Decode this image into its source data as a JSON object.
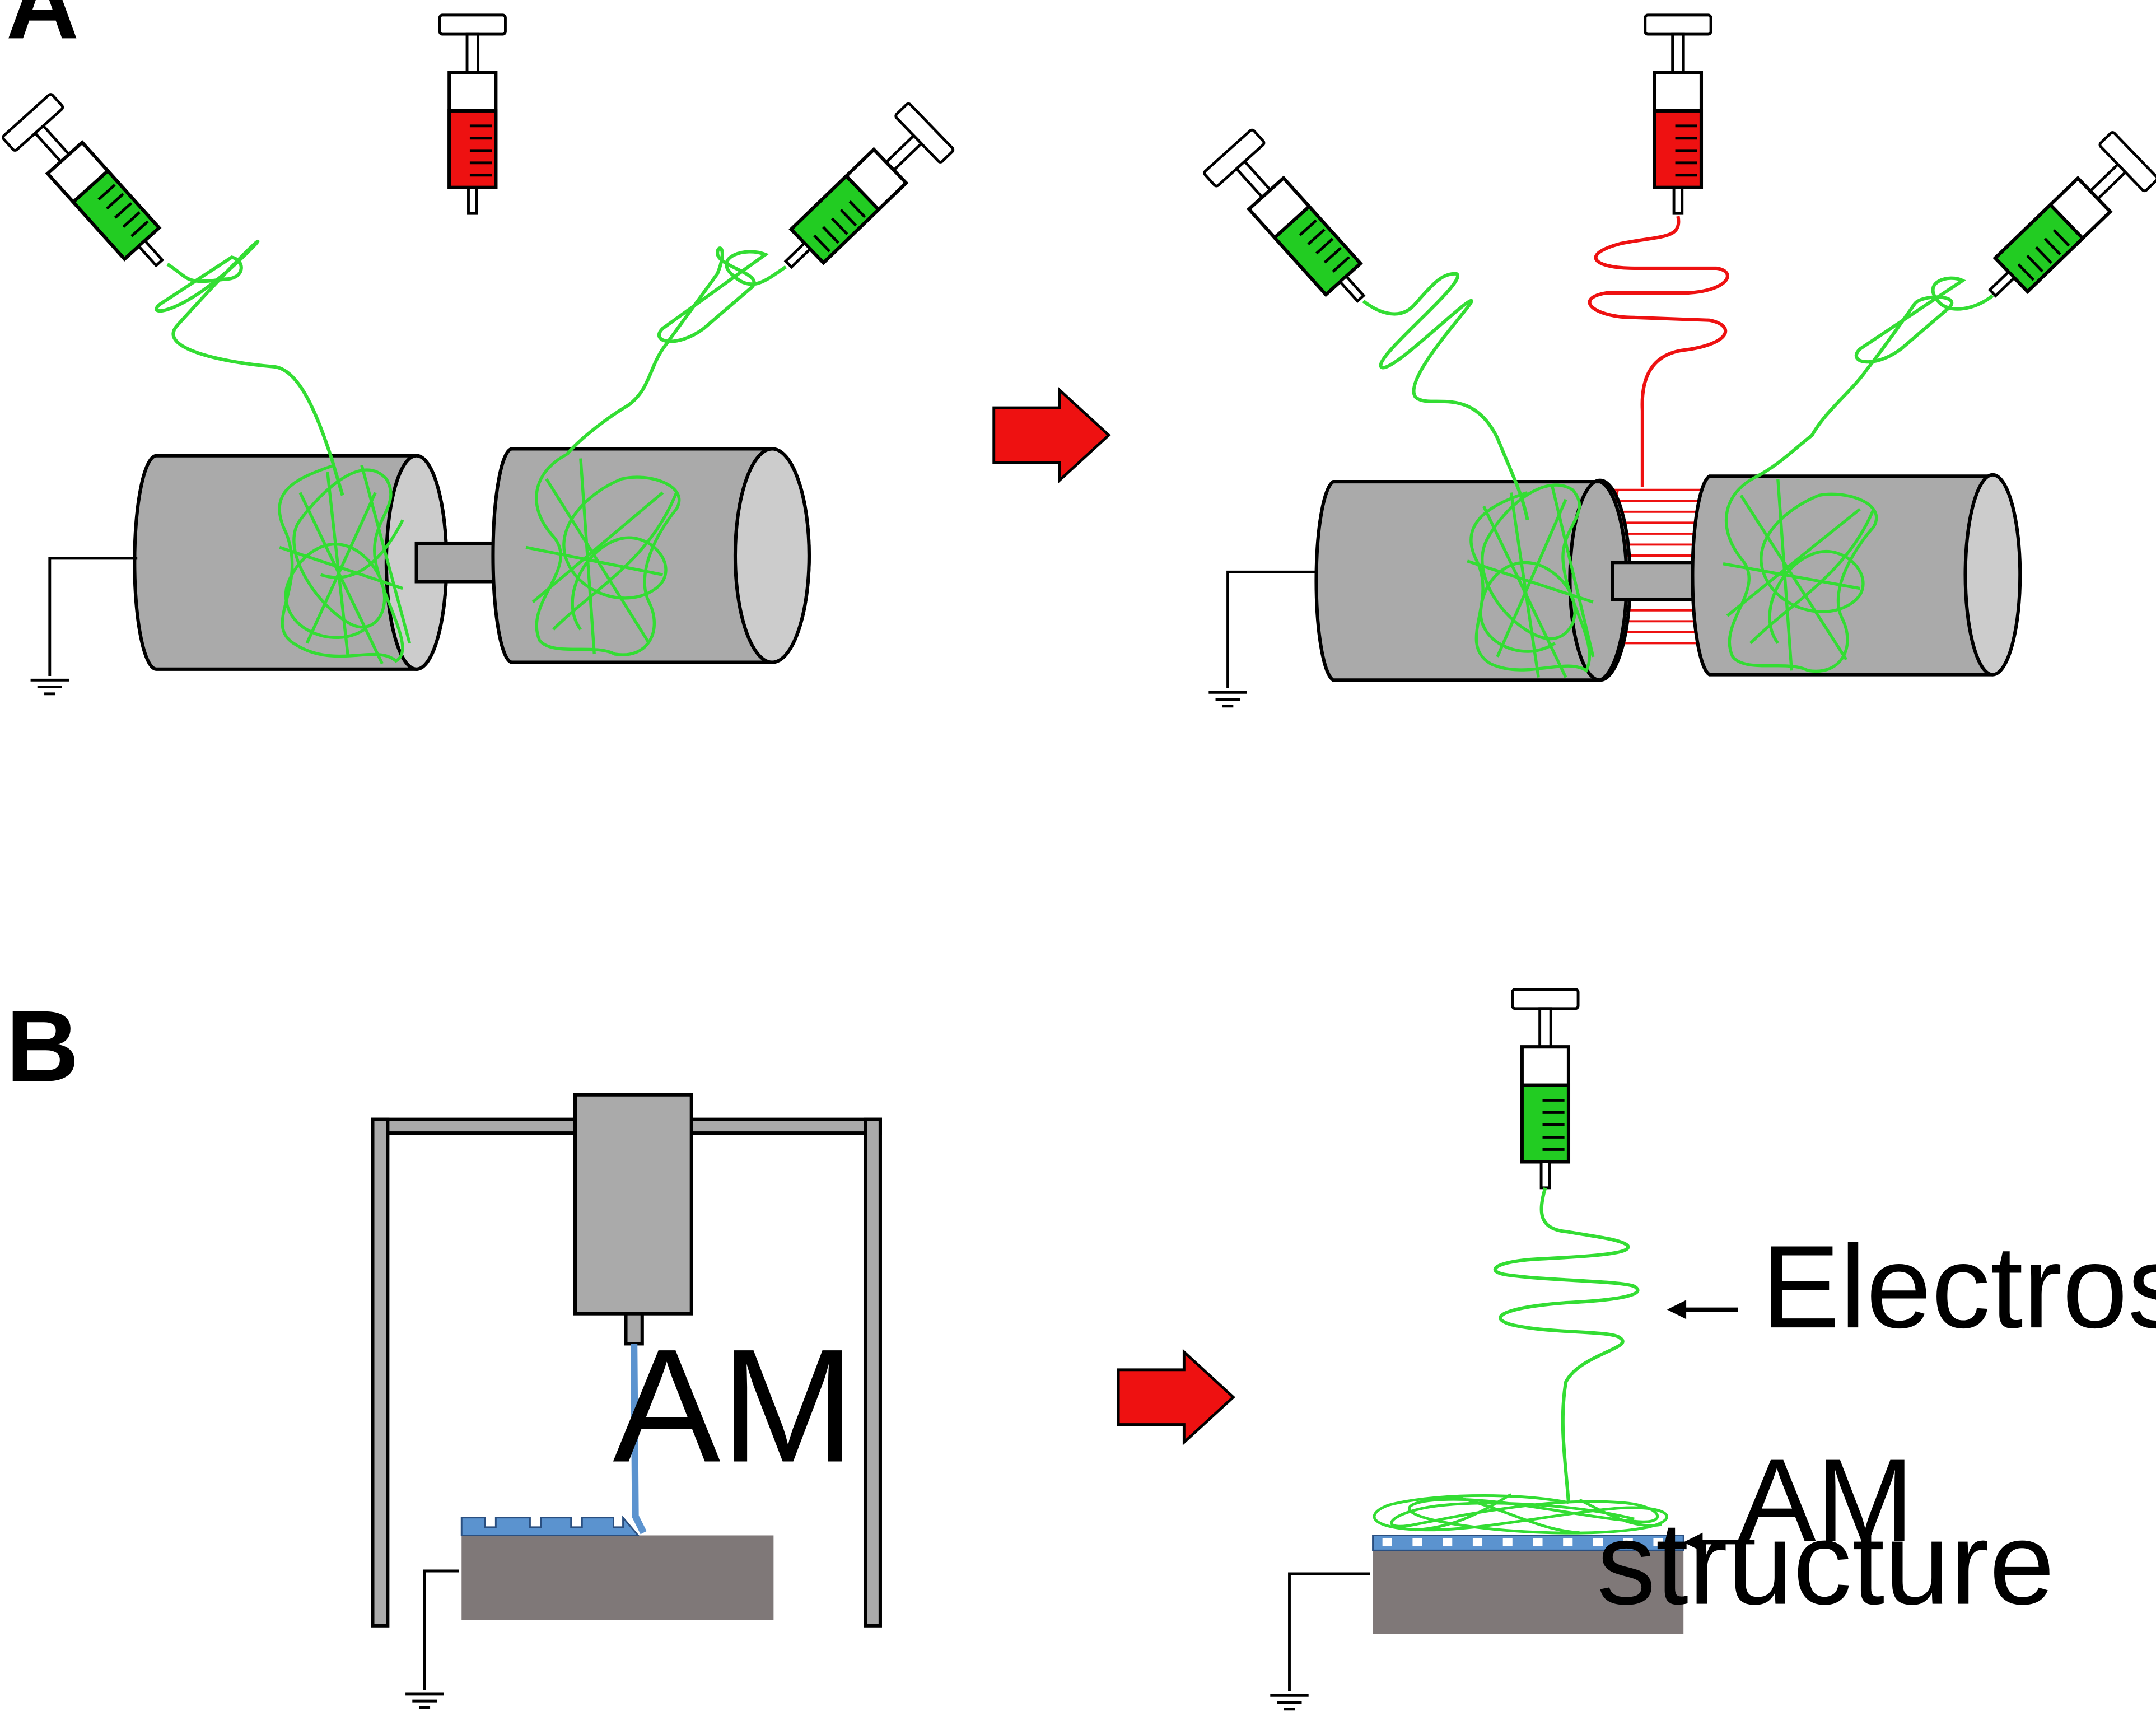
{
  "panels": {
    "a": {
      "label": "A"
    },
    "b": {
      "label": "B"
    }
  },
  "labels": {
    "am": "AM",
    "electrospinning": "Electrospinning",
    "am_structure_line1": "AM",
    "am_structure_line2": "structure"
  },
  "colors": {
    "fiber_green": "#33dd33",
    "syringe_green": "#22cc22",
    "fiber_red": "#ee1111",
    "syringe_red": "#ee1111",
    "drum_gray": "#aaaaaa",
    "drum_face": "#cccccc",
    "substrate": "#7f7878",
    "printed_blue": "#5b93cf",
    "arrow_red": "#ee1111"
  }
}
